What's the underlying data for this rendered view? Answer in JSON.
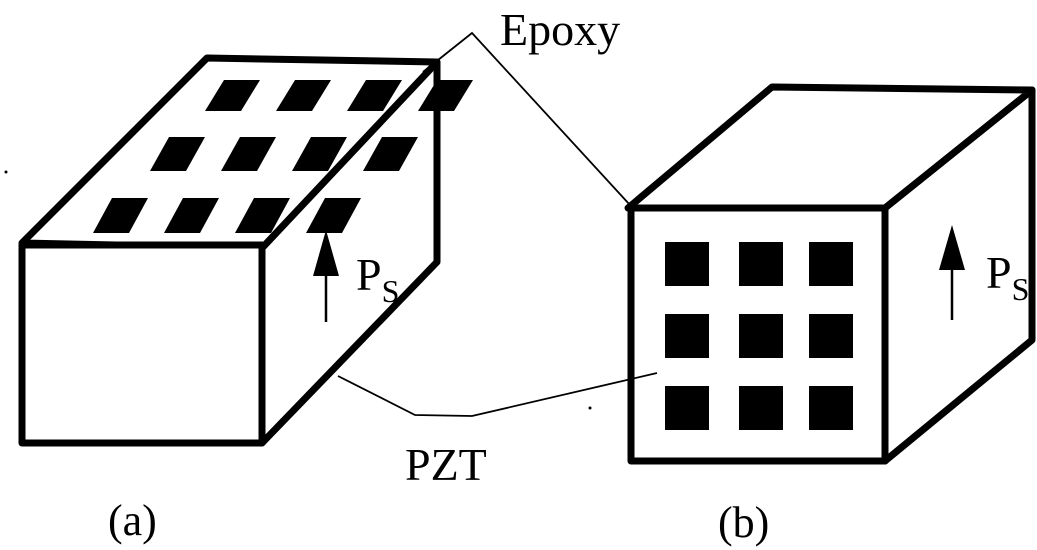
{
  "labels": {
    "epoxy": "Epoxy",
    "pzt": "PZT",
    "polarization_main": "P",
    "polarization_sub": "S"
  },
  "panels": [
    {
      "id": "a",
      "caption": "(a)",
      "pattern": "3 x 4 grid of bars on top face"
    },
    {
      "id": "b",
      "caption": "(b)",
      "pattern": "3 x 3 grid of squares on front face"
    }
  ],
  "colors": {
    "stroke": "#000000",
    "fill": "#ffffff",
    "inclusion": "#000000"
  }
}
